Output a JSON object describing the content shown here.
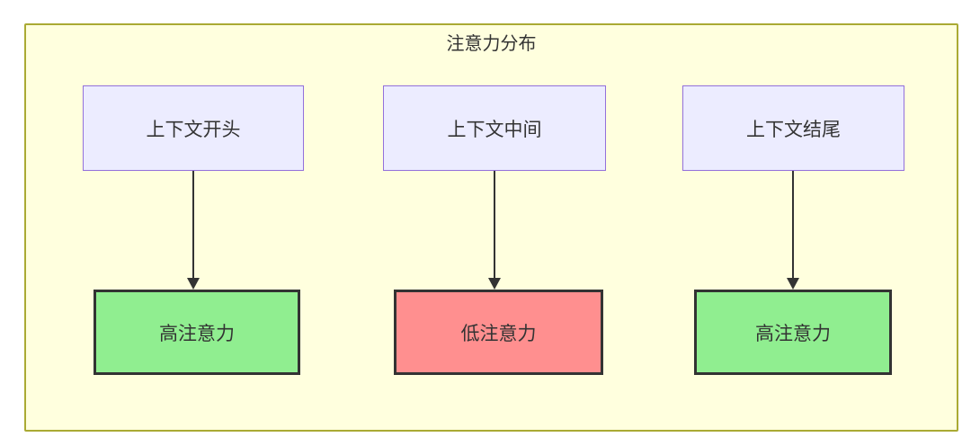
{
  "diagram": {
    "title": "注意力分布",
    "top_nodes": [
      {
        "label": "上下文开头"
      },
      {
        "label": "上下文中间"
      },
      {
        "label": "上下文结尾"
      }
    ],
    "bottom_nodes": [
      {
        "label": "高注意力",
        "level": "high",
        "fill": "#90ee90"
      },
      {
        "label": "低注意力",
        "level": "low",
        "fill": "#ff8f8f"
      },
      {
        "label": "高注意力",
        "level": "high",
        "fill": "#90ee90"
      }
    ],
    "edges": [
      {
        "from": "上下文开头",
        "to": "高注意力"
      },
      {
        "from": "上下文中间",
        "to": "低注意力"
      },
      {
        "from": "上下文结尾",
        "to": "高注意力"
      }
    ],
    "colors": {
      "page_bg": "#ffffff",
      "canvas_bg": "#ffffde",
      "canvas_border": "#aaaa33",
      "context_fill": "#ececff",
      "context_border": "#9370db",
      "node_border": "#333333",
      "arrow": "#333333",
      "text": "#333333"
    }
  }
}
